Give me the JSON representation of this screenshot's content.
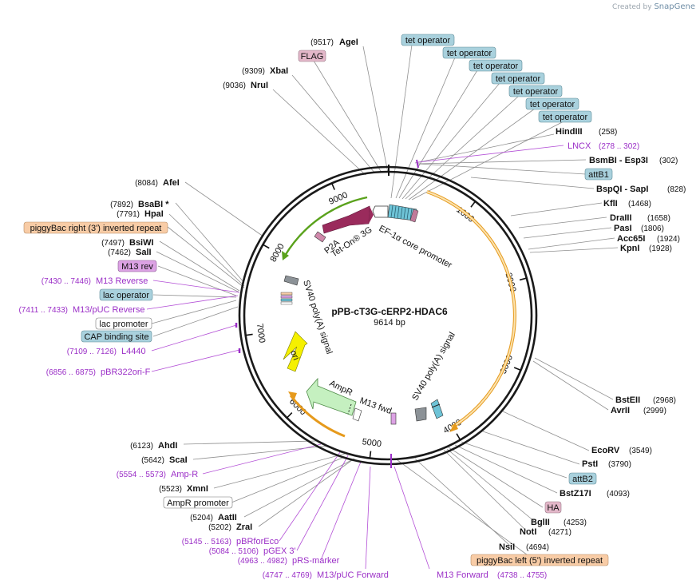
{
  "credit": {
    "prefix": "Created by",
    "brand": "SnapGene"
  },
  "plasmid": {
    "name": "pPB-cT3G-cERP2-HDAC6",
    "length": "9614 bp"
  },
  "ticks": [
    "1000",
    "2000",
    "3000",
    "4000",
    "5000",
    "6000",
    "7000",
    "8000",
    "9000"
  ],
  "enzymes": [
    {
      "name": "AgeI",
      "pos": "(9517)"
    },
    {
      "name": "XbaI",
      "pos": "(9309)"
    },
    {
      "name": "NruI",
      "pos": "(9036)"
    },
    {
      "name": "HindIII",
      "pos": "(258)"
    },
    {
      "name": "BsmBI - Esp3I",
      "pos": "(302)"
    },
    {
      "name": "BspQI - SapI",
      "pos": "(828)"
    },
    {
      "name": "KflI",
      "pos": "(1468)"
    },
    {
      "name": "DraIII",
      "pos": "(1658)"
    },
    {
      "name": "PasI",
      "pos": "(1806)"
    },
    {
      "name": "Acc65I",
      "pos": "(1924)"
    },
    {
      "name": "KpnI",
      "pos": "(1928)"
    },
    {
      "name": "BstEII",
      "pos": "(2968)"
    },
    {
      "name": "AvrII",
      "pos": "(2999)"
    },
    {
      "name": "EcoRV",
      "pos": "(3549)"
    },
    {
      "name": "PstI",
      "pos": "(3790)"
    },
    {
      "name": "BstZ17I",
      "pos": "(4093)"
    },
    {
      "name": "BglII",
      "pos": "(4253)"
    },
    {
      "name": "NotI",
      "pos": "(4271)"
    },
    {
      "name": "NsiI",
      "pos": "(4694)"
    },
    {
      "name": "AfeI",
      "pos": "(8084)"
    },
    {
      "name": "BsaBI *",
      "pos": "(7892)"
    },
    {
      "name": "HpaI",
      "pos": "(7791)"
    },
    {
      "name": "BsiWI",
      "pos": "(7497)"
    },
    {
      "name": "SalI",
      "pos": "(7462)"
    },
    {
      "name": "AhdI",
      "pos": "(6123)"
    },
    {
      "name": "ScaI",
      "pos": "(5642)"
    },
    {
      "name": "XmnI",
      "pos": "(5523)"
    },
    {
      "name": "AatII",
      "pos": "(5204)"
    },
    {
      "name": "ZraI",
      "pos": "(5202)"
    }
  ],
  "boxed_labels": [
    {
      "text": "FLAG",
      "fill": "#e3b7c9"
    },
    {
      "text": "tet operator",
      "fill": "#a9d1dd"
    },
    {
      "text": "attB1",
      "fill": "#a9d1dd"
    },
    {
      "text": "attB2",
      "fill": "#a9d1dd"
    },
    {
      "text": "HA",
      "fill": "#e3b7c9"
    },
    {
      "text": "piggyBac left (5') inverted repeat",
      "fill": "#f8cca6"
    },
    {
      "text": "piggyBac right (3') inverted repeat",
      "fill": "#f8cca6"
    },
    {
      "text": "M13 rev",
      "fill": "#dca2e4"
    },
    {
      "text": "lac operator",
      "fill": "#a9d1dd"
    },
    {
      "text": "lac promoter",
      "fill": "#ffffff"
    },
    {
      "text": "CAP binding site",
      "fill": "#a9d1dd"
    },
    {
      "text": "AmpR promoter",
      "fill": "#ffffff"
    }
  ],
  "primers": [
    {
      "name": "LNCX",
      "range": "(278 .. 302)"
    },
    {
      "name": "M13 Reverse",
      "range": "(7430 .. 7446)"
    },
    {
      "name": "M13/pUC Reverse",
      "range": "(7411 .. 7433)"
    },
    {
      "name": "L4440",
      "range": "(7109 .. 7126)"
    },
    {
      "name": "pBR322ori-F",
      "range": "(6856 .. 6875)"
    },
    {
      "name": "Amp-R",
      "range": "(5554 .. 5573)"
    },
    {
      "name": "pBRforEco",
      "range": "(5145 .. 5163)"
    },
    {
      "name": "pGEX 3'",
      "range": "(5084 .. 5106)"
    },
    {
      "name": "pRS-marker",
      "range": "(4963 .. 4982)"
    },
    {
      "name": "M13/pUC Forward",
      "range": "(4747 .. 4769)"
    },
    {
      "name": "M13 Forward",
      "range": "(4738 .. 4755)"
    }
  ],
  "features": {
    "ef1a": "EF-1α core promoter",
    "teton": "Tet-On® 3G",
    "p2a": "P2A",
    "sv40_left": "SV40 poly(A) signal",
    "sv40_right": "SV40 poly(A) signal",
    "ori": "ori",
    "ampr": "AmpR",
    "m13fwd": "M13 fwd"
  },
  "colors": {
    "backbone": "#1a1a1a",
    "orange_arc": "#e69a1c",
    "green_arc": "#5aa21c",
    "teton": "#9a2b5c",
    "ori": "#f5f000",
    "ampr": "#c5f0c0",
    "primer": "#9b2fc7",
    "tet_block": "#6ec3d6"
  }
}
